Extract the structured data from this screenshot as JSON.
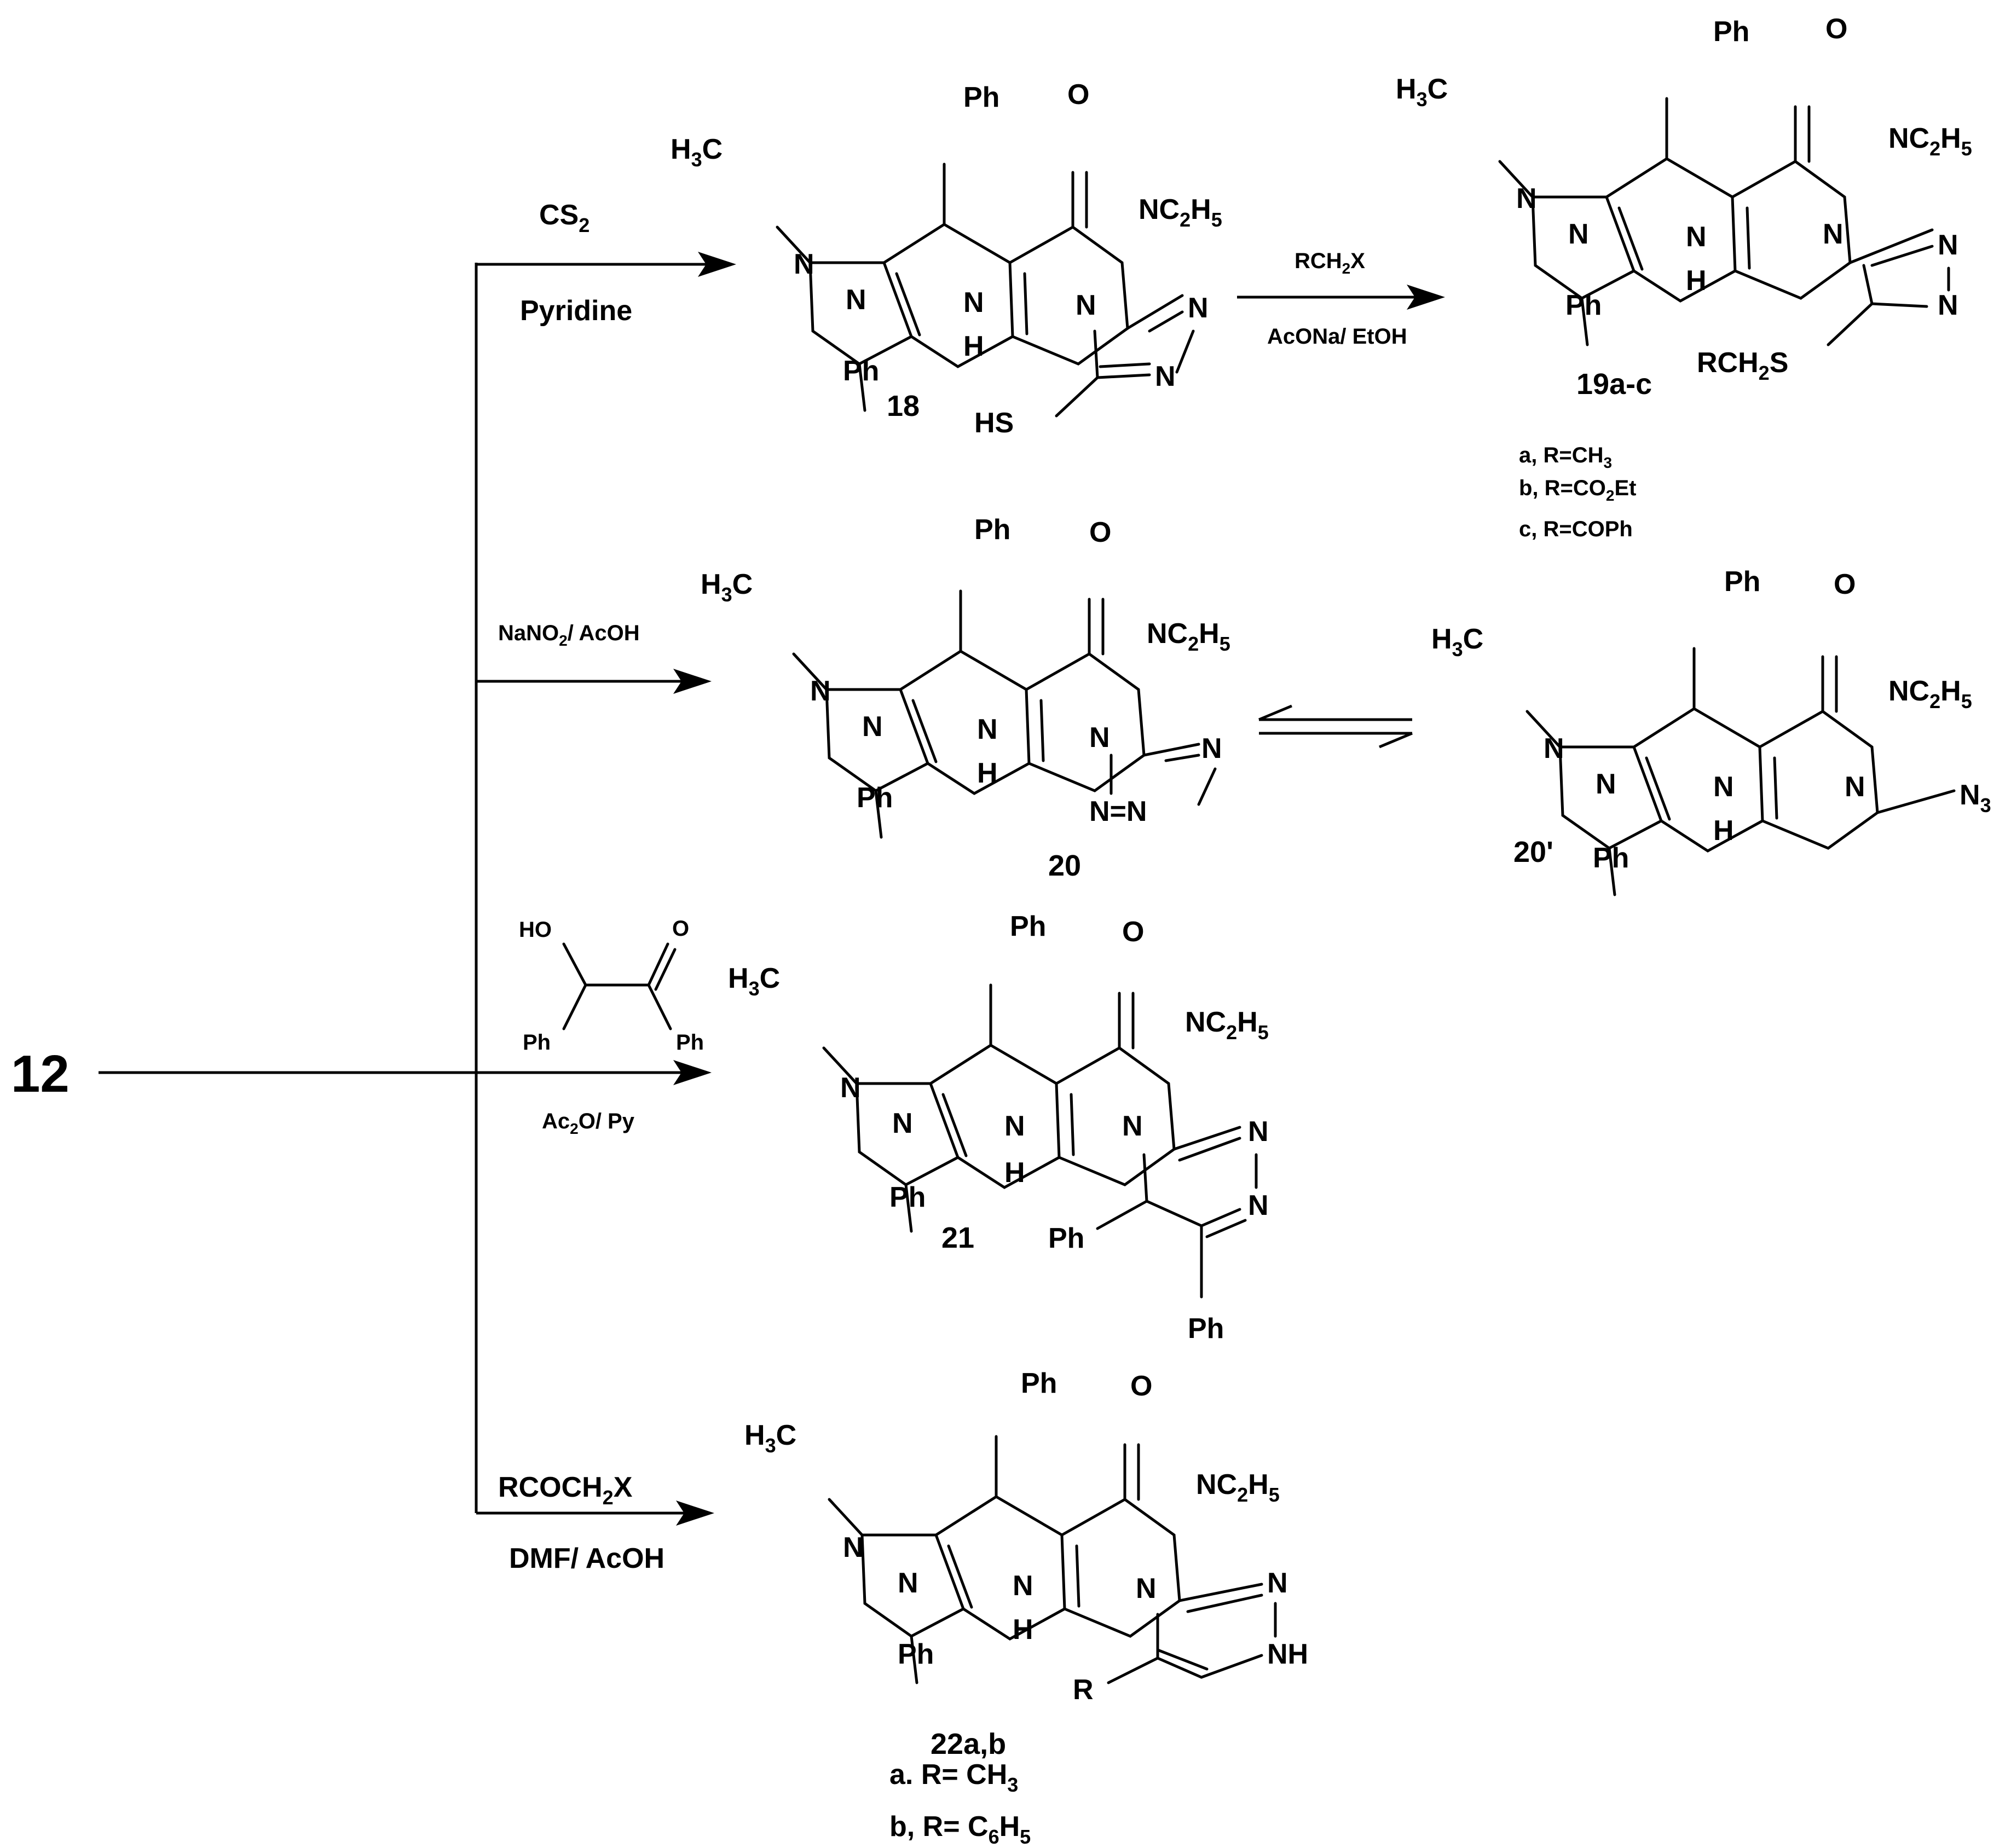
{
  "start": "12",
  "reactions": {
    "r1": {
      "reagent1": "CS2",
      "reagent2": "Pyridine",
      "product": "18"
    },
    "r1b": {
      "reagent1": "RCH2X",
      "reagent2": "AcONa/ EtOH",
      "product": "19a-c",
      "variants": [
        "a, R=CH3",
        "b, R=CO2Et",
        "c, R=COPh"
      ]
    },
    "r2": {
      "reagent1": "NaNO2/ AcOH",
      "product": "20",
      "tautomer": "20'"
    },
    "r3": {
      "reagent_mol_labels": [
        "HO",
        "O",
        "Ph",
        "Ph"
      ],
      "reagent2": "Ac2O/ Py",
      "product": "21"
    },
    "r4": {
      "reagent1": "RCOCH2X",
      "reagent2": "DMF/ AcOH",
      "product": "22a,b",
      "variants": [
        "a. R= CH3",
        "b, R= C6H5"
      ]
    }
  },
  "atoms": {
    "ph": "Ph",
    "o": "O",
    "n": "N",
    "h": "H",
    "hs": "HS",
    "me": "H3C",
    "et": "NC2H5",
    "n3": "N3",
    "nh": "NH",
    "r": "R",
    "rch2s": "RCH2S"
  }
}
